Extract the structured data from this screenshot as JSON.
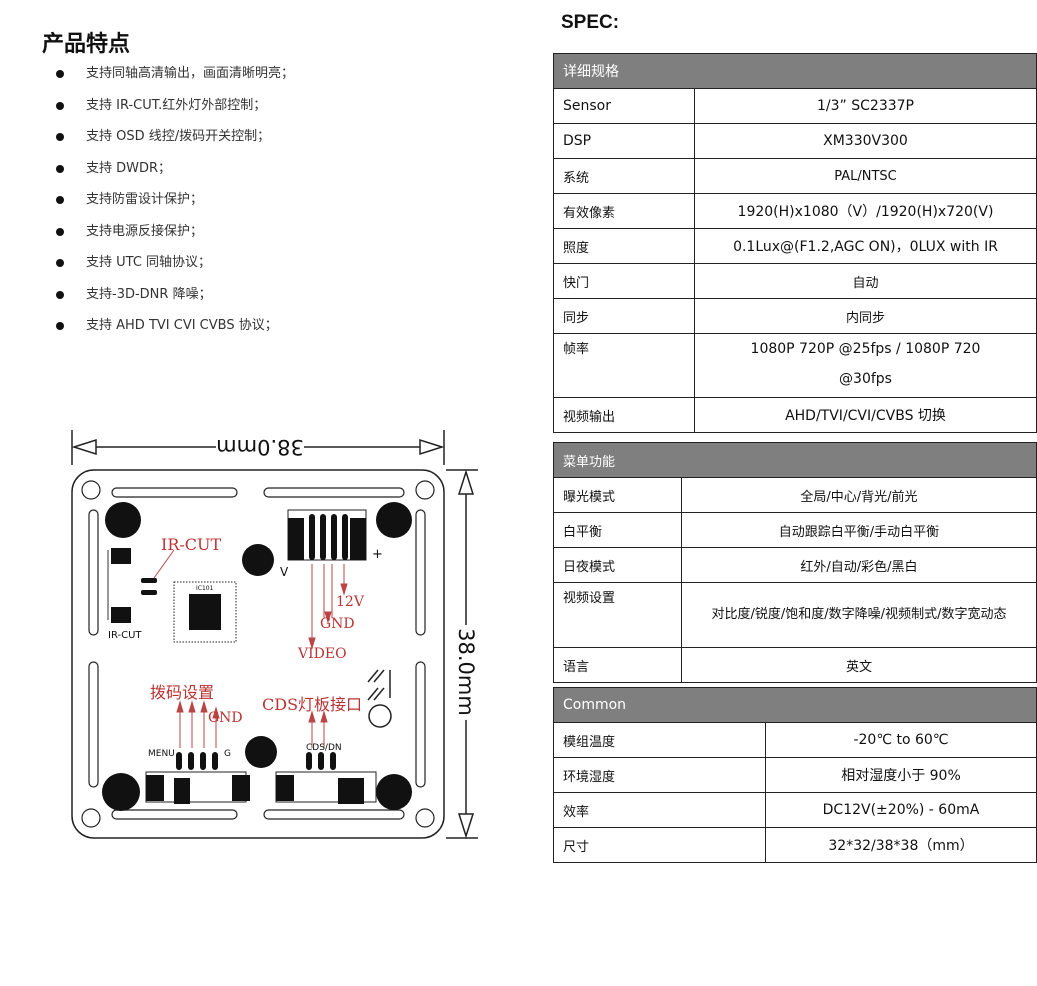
{
  "features": {
    "title": "产品特点",
    "items": [
      "支持同轴高清输出，画面清晰明亮；",
      "支持 IR-CUT.红外灯外部控制；",
      "支持 OSD 线控/拨码开关控制；",
      "支持  DWDR；",
      "支持防雷设计保护；",
      "支持电源反接保护；",
      "支持 UTC 同轴协议；",
      "支持-3D-DNR  降噪；",
      "支持 AHD TVI CVI CVBS  协议；"
    ]
  },
  "diagram": {
    "width_label": "38.0mm",
    "height_label": "38.0mm",
    "labels": {
      "ir_cut": "IR-CUT",
      "ir_cut_small": "IR-CUT",
      "v12": "12V",
      "gnd_top": "GND",
      "video": "VIDEO",
      "v_mark": "V",
      "plus_mark": "+",
      "dip": "拨码设置",
      "gnd_bottom": "GND",
      "cds": "CDS灯板接口",
      "menu": "MENU",
      "g": "G",
      "cds_dn": "CDS/DN",
      "chip": "IC101"
    }
  },
  "spec": {
    "title": "SPEC:",
    "detail_header": "详细规格",
    "detail": [
      {
        "key": "Sensor",
        "value": "1/3”   SC2337P"
      },
      {
        "key": "DSP",
        "value": "XM330V300"
      },
      {
        "key": "系统",
        "value": "PAL/NTSC"
      },
      {
        "key": "有效像素",
        "value": "1920(H)x1080（V）/1920(H)x720(V)"
      },
      {
        "key": "照度",
        "value": "0.1Lux@(F1.2,AGC ON)，0LUX with IR"
      },
      {
        "key": "快门",
        "value": "自动"
      },
      {
        "key": "同步",
        "value": "内同步"
      },
      {
        "key": "帧率",
        "value": "1080P 720P   @25fps / 1080P 720 @30fps"
      },
      {
        "key": "视频输出",
        "value": "AHD/TVI/CVI/CVBS   切换"
      }
    ],
    "menu_header": "菜单功能",
    "menu": [
      {
        "key": "曝光模式",
        "value": "全局/中心/背光/前光"
      },
      {
        "key": "白平衡",
        "value": "自动跟踪白平衡/手动白平衡"
      },
      {
        "key": "日夜模式",
        "value": "红外/自动/彩色/黑白"
      },
      {
        "key": "视频设置",
        "value": "对比度/锐度/饱和度/数字降噪/视频制式/数字宽动态"
      },
      {
        "key": "语言",
        "value": "英文"
      }
    ],
    "common_header": "Common",
    "common": [
      {
        "key": "模组温度",
        "value": "-20℃   to   60℃"
      },
      {
        "key": "环境湿度",
        "value": "相对湿度小于 90%"
      },
      {
        "key": "效率",
        "value": "DC12V(±20%)   - 60mA"
      },
      {
        "key": "尺寸",
        "value": "32*32/38*38（mm）"
      }
    ]
  }
}
